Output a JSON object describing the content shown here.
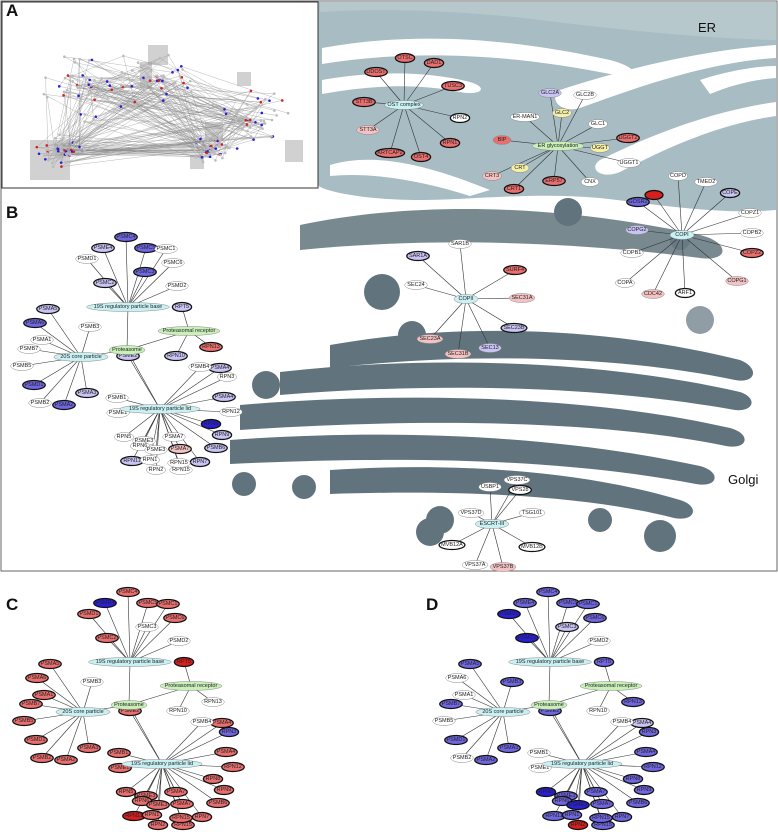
{
  "colors": {
    "grey": "#c8ced3",
    "white": "#ffffff",
    "blue": "#2a1fd6",
    "mblue": "#6f66e0",
    "lblue": "#c8c4f3",
    "red": "#d61f1f",
    "mred": "#e96e6e",
    "lred": "#f4c2c2",
    "cyan": "#c9f1f4",
    "green": "#c8f0b8",
    "yellow": "#f4f0a8",
    "er": "#a7bcc3",
    "golgi": "#61747d",
    "text": "#222222"
  },
  "panels": [
    {
      "id": "A",
      "label": "A"
    },
    {
      "id": "B",
      "label": "B"
    },
    {
      "id": "C",
      "label": "C"
    },
    {
      "id": "D",
      "label": "D"
    }
  ],
  "regions": {
    "er": "ER",
    "golgi": "Golgi"
  },
  "panel_b_complexes": [
    {
      "hub": {
        "label": "OST complex",
        "fill": "cyan"
      },
      "nodes": [
        {
          "label": "DDOST",
          "fill": "mred",
          "ring": 1
        },
        {
          "label": "OTSC",
          "fill": "mred",
          "ring": 1
        },
        {
          "label": "DAD1",
          "fill": "mred",
          "ring": 1
        },
        {
          "label": "TUSC3",
          "fill": "mred",
          "ring": 1
        },
        {
          "label": "RPN2",
          "fill": "white",
          "ring": 1
        },
        {
          "label": "RPN1",
          "fill": "mred",
          "ring": 1
        },
        {
          "label": "OST4",
          "fill": "mred",
          "ring": 1
        },
        {
          "label": "KRTCAP2",
          "fill": "mred",
          "ring": 1
        },
        {
          "label": "STT3A",
          "fill": "lred",
          "ring": 0
        },
        {
          "label": "STT3B",
          "fill": "mred",
          "ring": 1
        }
      ]
    },
    {
      "hub": {
        "label": "ER glycosylation",
        "fill": "green"
      },
      "nodes": [
        {
          "label": "GLC2A",
          "fill": "lblue",
          "ring": 0
        },
        {
          "label": "GLC2B",
          "fill": "white",
          "ring": 0
        },
        {
          "label": "GLC2",
          "fill": "yellow",
          "ring": 0
        },
        {
          "label": "ER-MAN1",
          "fill": "white",
          "ring": 0
        },
        {
          "label": "GLC1",
          "fill": "white",
          "ring": 0
        },
        {
          "label": "UGGT",
          "fill": "yellow",
          "ring": 0
        },
        {
          "label": "UGGT2",
          "fill": "mred",
          "ring": 1
        },
        {
          "label": "UGGT1",
          "fill": "white",
          "ring": 0
        },
        {
          "label": "BIP",
          "fill": "mred",
          "ring": 0
        },
        {
          "label": "CRT",
          "fill": "yellow",
          "ring": 0
        },
        {
          "label": "CRT3",
          "fill": "lred",
          "ring": 0
        },
        {
          "label": "CRT1",
          "fill": "mred",
          "ring": 1
        },
        {
          "label": "ERP57",
          "fill": "mred",
          "ring": 1
        },
        {
          "label": "CNX",
          "fill": "white",
          "ring": 0
        }
      ]
    },
    {
      "hub": {
        "label": "COPI",
        "fill": "cyan"
      },
      "nodes": [
        {
          "label": "COPD",
          "fill": "white",
          "ring": 0
        },
        {
          "label": "TMED2",
          "fill": "white",
          "ring": 0
        },
        {
          "label": "COPE",
          "fill": "lblue",
          "ring": 1
        },
        {
          "label": "COPZ1",
          "fill": "white",
          "ring": 0
        },
        {
          "label": "COPB2",
          "fill": "white",
          "ring": 0
        },
        {
          "label": "COPZ2",
          "fill": "mred",
          "ring": 1
        },
        {
          "label": "COPG1",
          "fill": "lred",
          "ring": 0
        },
        {
          "label": "ARF1",
          "fill": "white",
          "ring": 1
        },
        {
          "label": "CDC42",
          "fill": "lred",
          "ring": 0
        },
        {
          "label": "COPA",
          "fill": "white",
          "ring": 0
        },
        {
          "label": "COPB1",
          "fill": "white",
          "ring": 0
        },
        {
          "label": "COPG2",
          "fill": "lblue",
          "ring": 0
        },
        {
          "label": "GOSR2",
          "fill": "mblue",
          "ring": 1
        },
        {
          "label": "",
          "fill": "red",
          "ring": 1
        }
      ]
    },
    {
      "hub": {
        "label": "COPII",
        "fill": "cyan"
      },
      "nodes": [
        {
          "label": "SAR1B",
          "fill": "white",
          "ring": 0
        },
        {
          "label": "SURF4",
          "fill": "mred",
          "ring": 1
        },
        {
          "label": "SEC31A",
          "fill": "lred",
          "ring": 0
        },
        {
          "label": "SEC23B",
          "fill": "lblue",
          "ring": 1
        },
        {
          "label": "SEC13",
          "fill": "lblue",
          "ring": 0
        },
        {
          "label": "SEC31B",
          "fill": "lred",
          "ring": 0
        },
        {
          "label": "SEC23A",
          "fill": "lred",
          "ring": 0
        },
        {
          "label": "SEC24",
          "fill": "white",
          "ring": 0
        },
        {
          "label": "SAR1A",
          "fill": "lblue",
          "ring": 1
        }
      ]
    },
    {
      "hub": {
        "label": "ESCRT-III",
        "fill": "cyan"
      },
      "nodes": [
        {
          "label": "USBP1",
          "fill": "white",
          "ring": 0
        },
        {
          "label": "VPS37C",
          "fill": "white",
          "ring": 0
        },
        {
          "label": "VPS28",
          "fill": "white",
          "ring": 1
        },
        {
          "label": "TSG101",
          "fill": "white",
          "ring": 0
        },
        {
          "label": "MVB12B",
          "fill": "white",
          "ring": 1
        },
        {
          "label": "VPS37B",
          "fill": "lred",
          "ring": 0
        },
        {
          "label": "VPS37A",
          "fill": "white",
          "ring": 0
        },
        {
          "label": "MVB12A",
          "fill": "white",
          "ring": 1
        },
        {
          "label": "VPS37D",
          "fill": "white",
          "ring": 0
        }
      ]
    }
  ],
  "proteasome": {
    "hubs": {
      "proteasome": "Proteasome",
      "base": "19S regulatory particle base",
      "receptor": "Proteasomal receptor",
      "core": "20S core particle",
      "lid": "19S regulatory particle lid"
    },
    "node_labels": [
      "PSME4",
      "PSMC4",
      "PSMC5",
      "PSMC1",
      "PSMD1",
      "PSMC6",
      "PSMC2",
      "PSMC3",
      "PSMD2",
      "RPT5",
      "RPN13",
      "RPN10",
      "PSMA5",
      "PSMB3",
      "PSMA1",
      "PSMA6",
      "PSMB7",
      "PSMB5",
      "PSMD1",
      "PSMB2",
      "PSMA2",
      "PSMA3",
      "PSMA4",
      "PSME2",
      "PSMB4",
      "RPN3",
      "PSMA4",
      "RPN12",
      "RPN8",
      "RPN9",
      "PSMB6",
      "RPN7",
      "RPN15",
      "PSMA7",
      "PSME3",
      "RPN6",
      "RPN5",
      "RPN11",
      "PSME1",
      "PSMB1",
      "RPN1",
      "PSME3",
      "PSMA7",
      "RPN15",
      "RPN2"
    ],
    "colors_b": [
      "lblue",
      "mblue",
      "mblue",
      "white",
      "white",
      "white",
      "lblue",
      "mblue",
      "white",
      "lblue",
      "mred",
      "lblue",
      "lblue",
      "white",
      "white",
      "mblue",
      "white",
      "white",
      "mblue",
      "white",
      "mblue",
      "lblue",
      "lblue",
      "lblue",
      "white",
      "white",
      "lblue",
      "white",
      "blue",
      "lblue",
      "lblue",
      "lblue",
      "white",
      "lred",
      "white",
      "white",
      "white",
      "lblue",
      "white",
      "white",
      "white",
      "white",
      "white",
      "white",
      "white"
    ],
    "colors_c": [
      "blue",
      "mred",
      "mred",
      "mred",
      "mred",
      "mred",
      "mred",
      "white",
      "white",
      "red",
      "white",
      "white",
      "mred",
      "white",
      "mred",
      "mred",
      "mred",
      "mred",
      "mred",
      "mred",
      "mred",
      "mred",
      "mred",
      "mred",
      "white",
      "mblue",
      "mred",
      "mred",
      "mred",
      "mred",
      "mred",
      "mred",
      "mred",
      "mred",
      "mred",
      "mred",
      "mred",
      "red",
      "mred",
      "mred",
      "mred",
      "mred",
      "mred",
      "mred",
      "mred"
    ],
    "colors_d": [
      "mblue",
      "mblue",
      "mblue",
      "mblue",
      "blue",
      "mblue",
      "blue",
      "lblue",
      "white",
      "mblue",
      "mblue",
      "white",
      "mblue",
      "mblue",
      "white",
      "white",
      "mblue",
      "white",
      "mblue",
      "white",
      "mblue",
      "mblue",
      "lblue",
      "mblue",
      "white",
      "mblue",
      "mblue",
      "mblue",
      "mblue",
      "mblue",
      "mblue",
      "mblue",
      "mblue",
      "mblue",
      "mblue",
      "mblue",
      "blue",
      "mblue",
      "white",
      "white",
      "mblue",
      "blue",
      "mblue",
      "mblue",
      "red"
    ]
  }
}
